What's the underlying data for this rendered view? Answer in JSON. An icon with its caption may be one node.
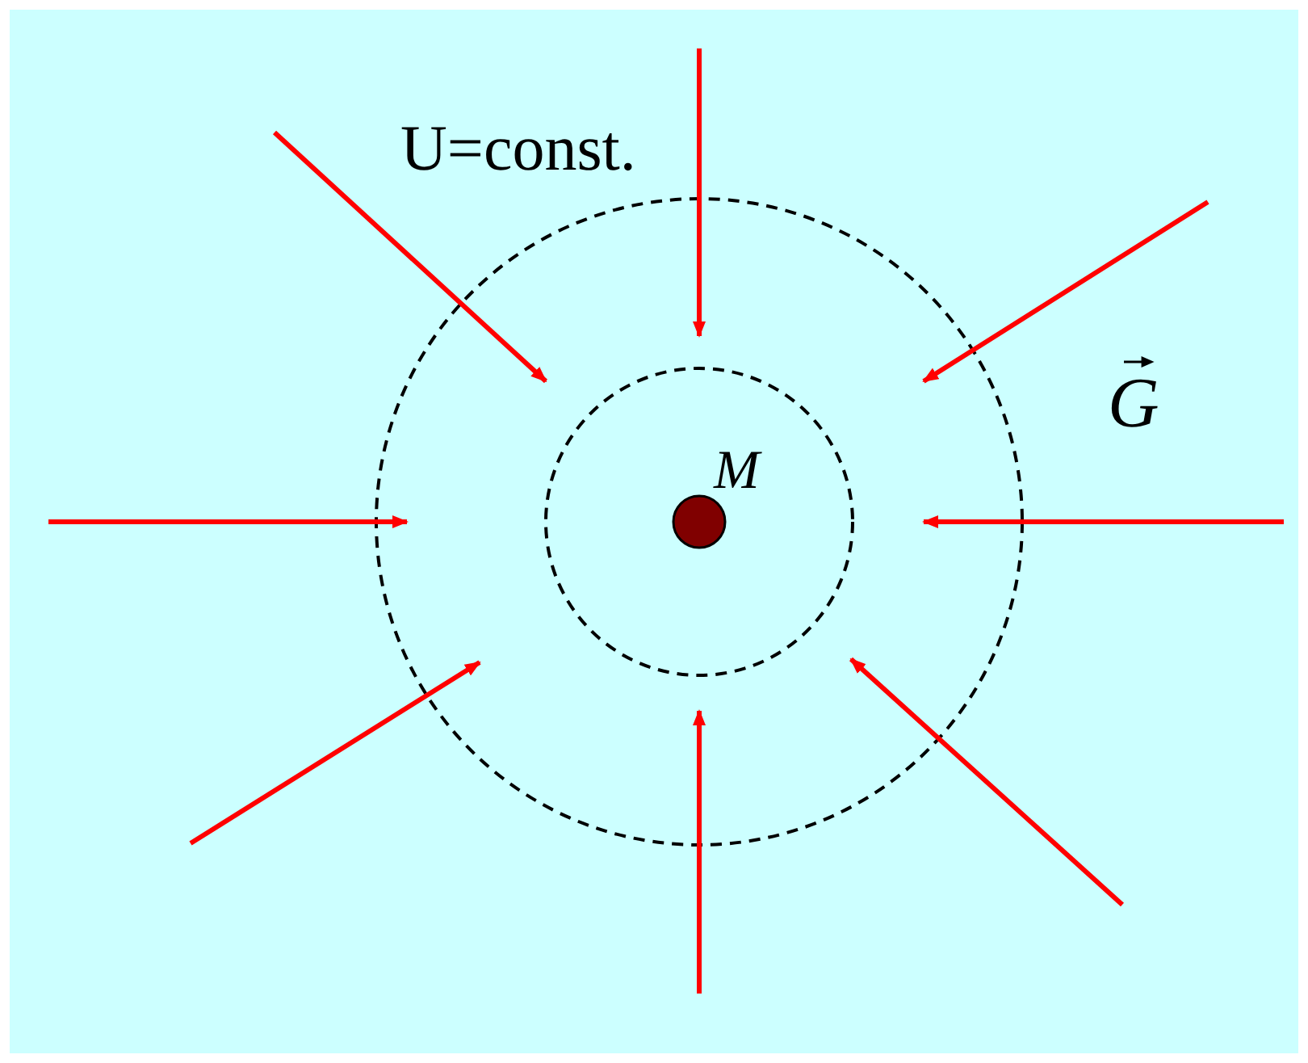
{
  "diagram": {
    "labels": [
      "U=const.",
      "M",
      "G"
    ]
  }
}
